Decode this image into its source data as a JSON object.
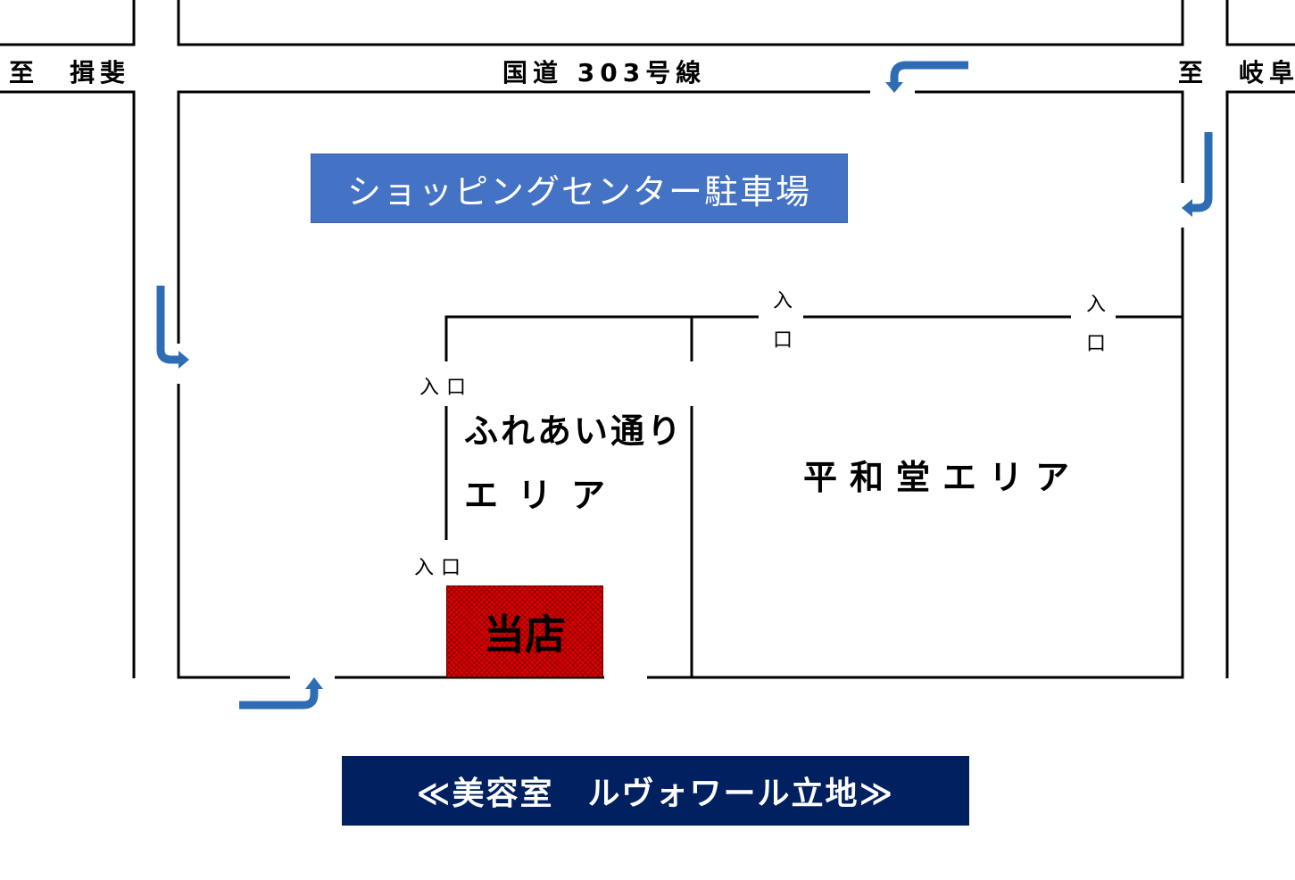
{
  "roads": {
    "left_direction": "至　揖斐",
    "right_direction": "至　岐阜",
    "main_road": "国道 303号線"
  },
  "parking_label": "ショッピングセンター駐車場",
  "entrances": [
    "入口",
    "入口",
    "入口",
    "入口"
  ],
  "areas": {
    "fureai_line1": "ふれあい通り",
    "fureai_line2": "エリア",
    "heiwado": "平和堂エリア"
  },
  "store_label": "当店",
  "banner": "≪美容室　ルヴォワール立地≫",
  "colors": {
    "arrow": "#2e6db4",
    "parking": "#4472c4",
    "store": "#e00000",
    "banner": "#002060"
  }
}
